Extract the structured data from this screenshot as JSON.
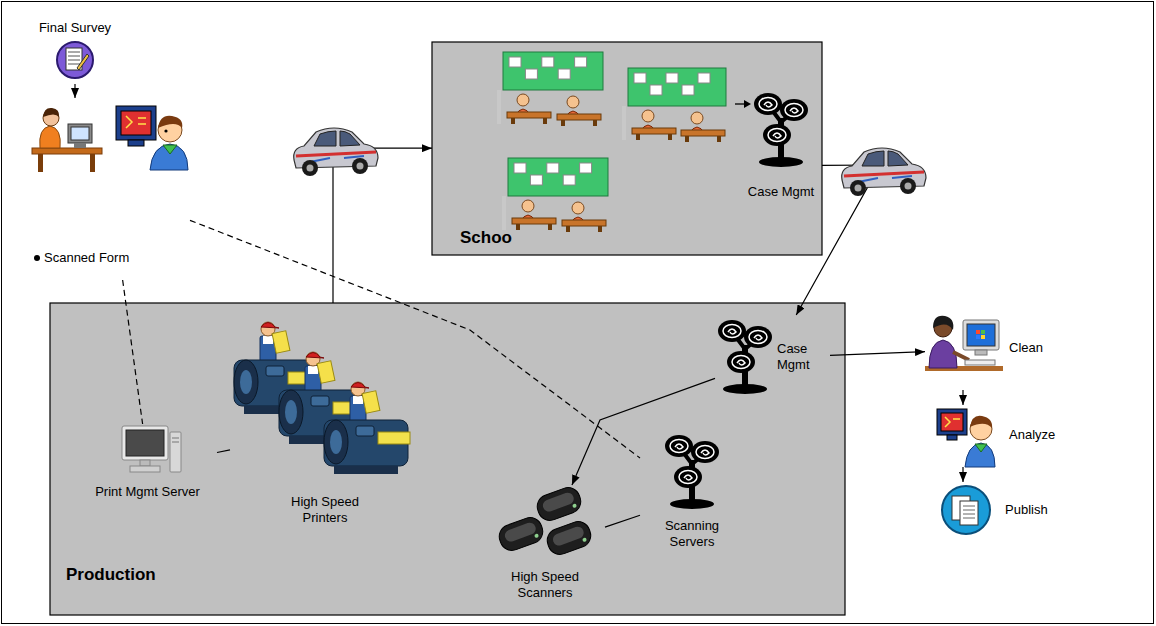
{
  "diagram": {
    "nodes": [
      {
        "text": [
          "Final Survey"
        ]
      },
      {
        "text": [
          "Scanned Form"
        ]
      },
      {
        "text": [
          "Schoo"
        ]
      },
      {
        "text": [
          "Case Mgmt"
        ],
        "in": 2
      },
      {
        "text": [
          "Production"
        ]
      },
      {
        "text": [
          "Print Mgmt Server"
        ],
        "in": 4
      },
      {
        "text": [
          "High Speed Printers"
        ],
        "in": 4
      },
      {
        "text": [
          "Case Mgmt"
        ],
        "in": 4
      },
      {
        "text": [
          "High Speed Scanners"
        ],
        "in": 4
      },
      {
        "text": [
          "Scanning Servers"
        ],
        "in": 4
      },
      {
        "text": [
          "Clean"
        ]
      },
      {
        "text": [
          "Analyze"
        ]
      },
      {
        "text": [
          "Publish"
        ]
      }
    ],
    "edges": [
      {
        "from": 0,
        "to": 1,
        "arrow": "to"
      },
      {
        "from": 4,
        "to": 2,
        "arrow": "to"
      },
      {
        "from": 3,
        "to": 7,
        "arrow": "to"
      },
      {
        "from": 7,
        "to": 10,
        "arrow": "to"
      },
      {
        "from": 7,
        "to": 8,
        "arrow": "to"
      },
      {
        "from": 9,
        "to": 8,
        "arrow": "none"
      },
      {
        "from": 5,
        "to": 6,
        "arrow": "none"
      },
      {
        "from": 1,
        "to": 5,
        "arrow": "none"
      },
      {
        "from": 1,
        "to": 9,
        "arrow": "none"
      },
      {
        "from": 10,
        "to": 11,
        "arrow": "to"
      },
      {
        "from": 11,
        "to": 12,
        "arrow": "to"
      }
    ]
  }
}
